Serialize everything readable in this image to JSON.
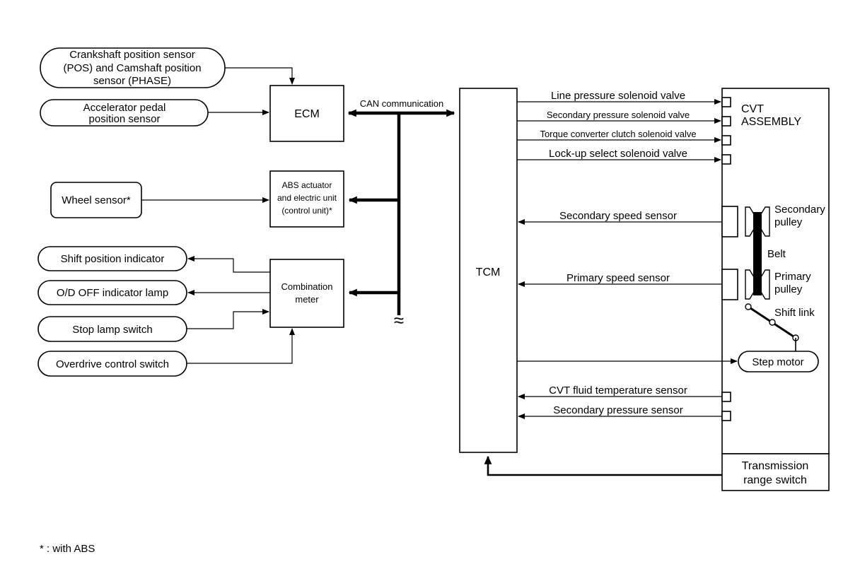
{
  "inputs": {
    "crankshaft": [
      "Crankshaft position sensor",
      "(POS) and Camshaft position",
      "sensor (PHASE)"
    ],
    "accelerator": [
      "Accelerator pedal",
      "position sensor"
    ],
    "wheel": "Wheel sensor*",
    "shift_indicator": "Shift position indicator",
    "od_lamp": "O/D OFF indicator lamp",
    "stop_lamp": "Stop lamp switch",
    "overdrive": "Overdrive control switch"
  },
  "units": {
    "ecm": "ECM",
    "abs": [
      "ABS actuator",
      "and electric unit",
      "(control unit)*"
    ],
    "combination": [
      "Combination",
      "meter"
    ],
    "tcm": "TCM"
  },
  "bus": {
    "label": "CAN communication",
    "break_symbol": "≈"
  },
  "signals": {
    "line_pressure": "Line pressure solenoid valve",
    "secondary_pressure_valve": "Secondary pressure solenoid valve",
    "torque_converter": "Torque converter clutch solenoid valve",
    "lockup": "Lock-up select solenoid valve",
    "secondary_speed": "Secondary speed sensor",
    "primary_speed": "Primary speed sensor",
    "cvt_fluid_temp": "CVT fluid temperature sensor",
    "secondary_pressure_sensor": "Secondary pressure sensor"
  },
  "cvt": {
    "assembly": [
      "CVT",
      "ASSEMBLY"
    ],
    "secondary_pulley": [
      "Secondary",
      "pulley"
    ],
    "belt": "Belt",
    "primary_pulley": [
      "Primary",
      "pulley"
    ],
    "shift_link": "Shift link",
    "step_motor": "Step motor",
    "range_switch": [
      "Transmission",
      "range switch"
    ]
  },
  "footnote": "* : with ABS"
}
